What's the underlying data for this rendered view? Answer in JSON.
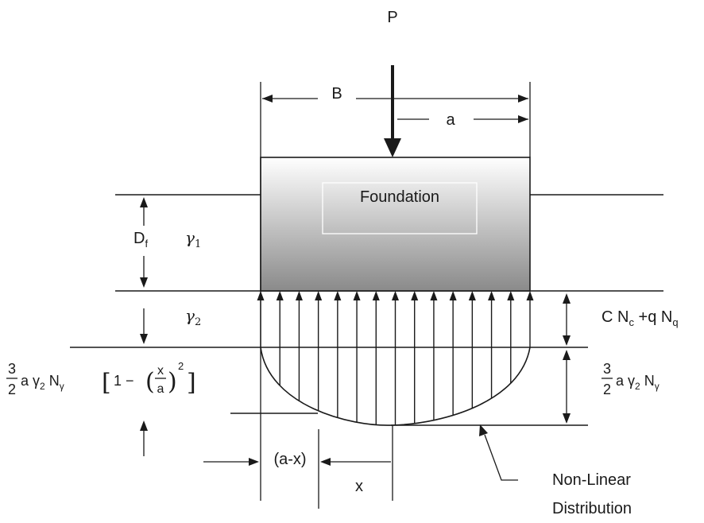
{
  "labels": {
    "load": "P",
    "width": "B",
    "half_width": "a",
    "foundation": "Foundation",
    "depth": "D",
    "depth_sub": "f",
    "gamma": "γ",
    "gamma1_sub": "1",
    "gamma2_sub": "2",
    "offset": "(a-x)",
    "x": "x",
    "curve_note_line1": "Non-Linear",
    "curve_note_line2": "Distribution"
  },
  "formulas": {
    "upper_right": {
      "c": "C N",
      "c_sub": "c",
      "plus": " +q N",
      "q_sub": "q"
    },
    "lower_right": {
      "num": "3",
      "den": "2",
      "body": " a γ",
      "g_sub": "2",
      "n": " N",
      "n_sub": "γ"
    },
    "left": {
      "num": "3",
      "den": "2",
      "body": " a γ",
      "g_sub": "2",
      "n": " N",
      "n_sub": "γ",
      "bracket_open": "[",
      "one_minus": "1 − ",
      "paren_open": "(",
      "frac_num": "x",
      "frac_den": "a",
      "paren_close": ")",
      "exp": "2",
      "bracket_close": "]"
    }
  },
  "pressure_arrow_count": 15,
  "colors": {
    "ink": "#1a1a1a",
    "foundation_top": "#ffffff",
    "foundation_bottom": "#8a8a8a"
  }
}
